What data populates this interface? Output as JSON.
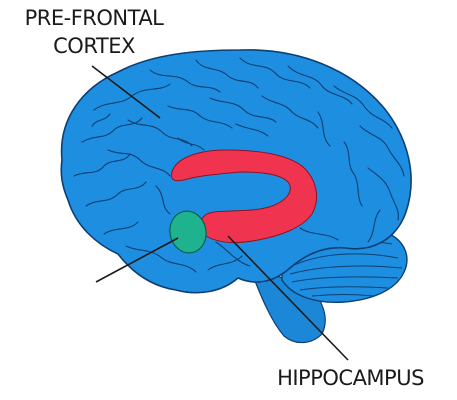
{
  "labels": {
    "prefrontal_cortex": [
      "PRE-FRONTAL",
      "CORTEX"
    ],
    "hippocampus": "HIPPOCAMPUS"
  },
  "colors": {
    "brain": "#1e8fe0",
    "brain_outline": "#0d3f73",
    "stem": "#1b87d6",
    "limbic_structure": "#f0344f",
    "amygdala": "#1eb38e",
    "leader_line": "#1a1a1a",
    "background": "#ffffff"
  }
}
